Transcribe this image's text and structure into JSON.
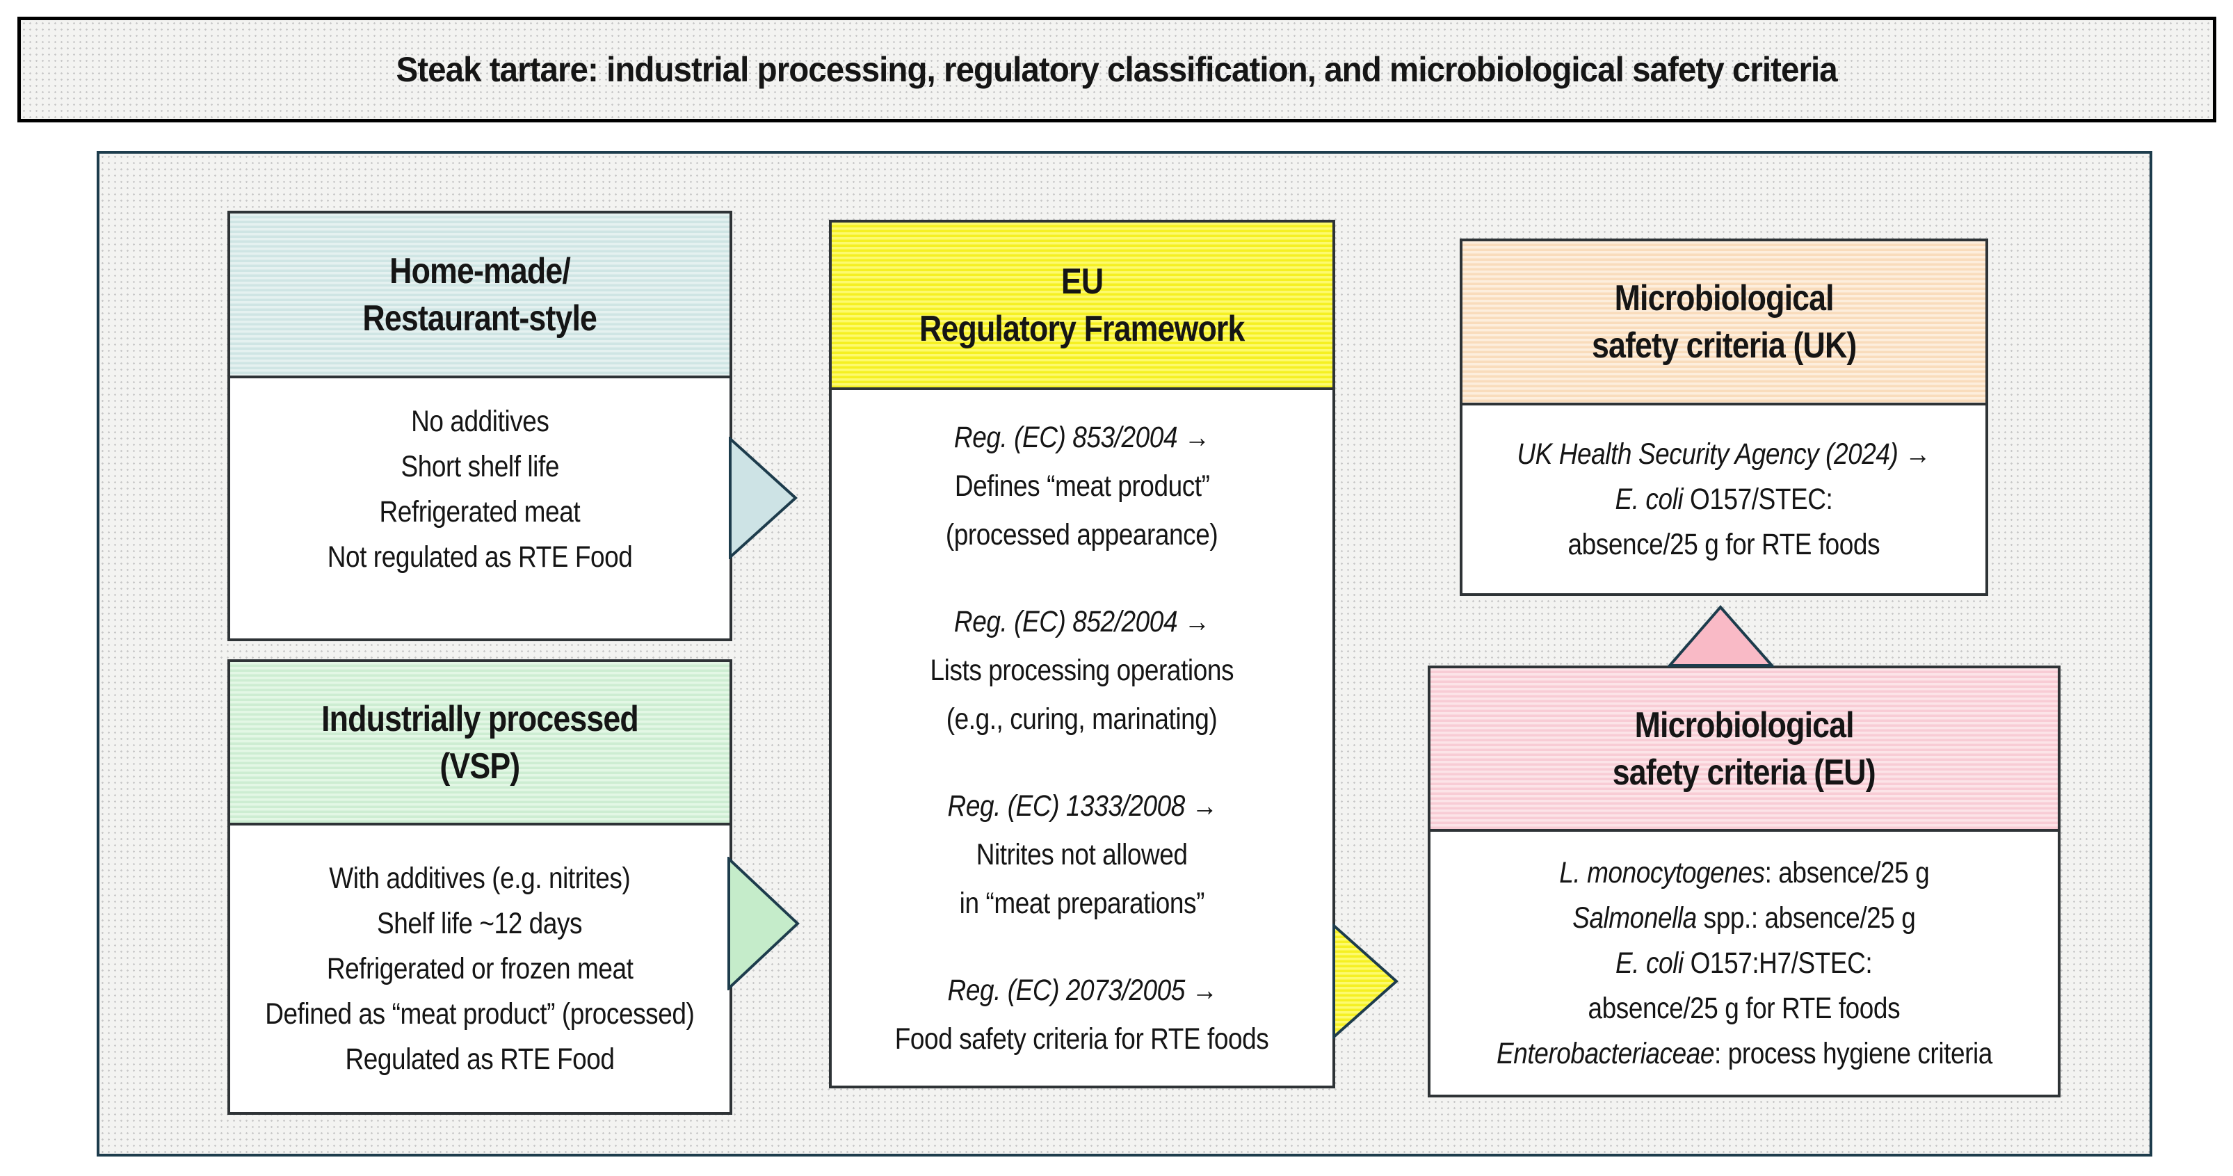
{
  "title": "Steak tartare: industrial processing, regulatory classification, and microbiological safety criteria",
  "colors": {
    "frame_border": "#1d3c4c",
    "box_border": "#2e3336",
    "header_blue": "#cfe5e4",
    "header_green": "#cdedd2",
    "header_yellow": "#f5f022",
    "header_peach": "#f9dcbc",
    "header_pink": "#f8ccd5",
    "arrow_blue": "#cde3e5",
    "arrow_green": "#c5ecca",
    "arrow_yellow": "#f8f43a",
    "arrow_pink": "#f9bac6",
    "arrow_outline": "#1d3c4c"
  },
  "icons": {
    "right_arrows": "arrow-right-icon",
    "up_arrow": "arrow-up-icon"
  },
  "boxes": {
    "home_made": {
      "header_lines": [
        "Home-made/",
        "Restaurant-style"
      ],
      "body_lines": [
        "No additives",
        "Short shelf life",
        "Refrigerated meat",
        "Not regulated as RTE Food"
      ]
    },
    "industrial": {
      "header_lines": [
        "Industrially processed",
        "(VSP)"
      ],
      "body_lines": [
        "With additives (e.g. nitrites)",
        "Shelf life ~12 days",
        "Refrigerated or frozen meat",
        "Defined as “meat product” (processed)",
        "Regulated as RTE Food"
      ]
    },
    "eu_regulatory": {
      "header_lines": [
        "EU",
        "Regulatory Framework"
      ],
      "entries": [
        {
          "lines": [
            [
              {
                "t": "Reg. (EC) 853/2004",
                "i": true
              },
              {
                "t": " →",
                "i": false
              }
            ],
            [
              {
                "t": "Defines “meat product”",
                "i": false
              }
            ],
            [
              {
                "t": "(processed appearance)",
                "i": false
              }
            ]
          ]
        },
        {
          "lines": [
            [
              {
                "t": "Reg. (EC) 852/2004",
                "i": true
              },
              {
                "t": " →",
                "i": false
              }
            ],
            [
              {
                "t": "Lists processing operations",
                "i": false
              }
            ],
            [
              {
                "t": "(e.g., curing, marinating)",
                "i": false
              }
            ]
          ]
        },
        {
          "lines": [
            [
              {
                "t": "Reg. (EC) 1333/2008",
                "i": true
              },
              {
                "t": " →",
                "i": false
              }
            ],
            [
              {
                "t": "Nitrites not allowed",
                "i": false
              }
            ],
            [
              {
                "t": "in “meat preparations”",
                "i": false
              }
            ]
          ]
        },
        {
          "lines": [
            [
              {
                "t": "Reg. (EC) 2073/2005",
                "i": true
              },
              {
                "t": " →",
                "i": false
              }
            ],
            [
              {
                "t": "Food safety criteria for RTE foods",
                "i": false
              }
            ]
          ]
        }
      ]
    },
    "uk_criteria": {
      "header_lines": [
        "Microbiological",
        "safety criteria (UK)"
      ],
      "body": [
        [
          {
            "t": "UK Health Security Agency (2024)",
            "i": true
          },
          {
            "t": " →",
            "i": false
          }
        ],
        [
          {
            "t": "E. coli",
            "i": true
          },
          {
            "t": " O157/STEC:",
            "i": false
          }
        ],
        [
          {
            "t": "absence/25 g for RTE foods",
            "i": false
          }
        ]
      ]
    },
    "eu_criteria": {
      "header_lines": [
        "Microbiological",
        "safety criteria (EU)"
      ],
      "body": [
        [
          {
            "t": "L. monocytogenes",
            "i": true
          },
          {
            "t": ": absence/25 g",
            "i": false
          }
        ],
        [
          {
            "t": "Salmonella",
            "i": true
          },
          {
            "t": " spp.: absence/25 g",
            "i": false
          }
        ],
        [
          {
            "t": "E. coli",
            "i": true
          },
          {
            "t": " O157:H7/STEC:",
            "i": false
          }
        ],
        [
          {
            "t": "absence/25 g for RTE foods",
            "i": false
          }
        ],
        [
          {
            "t": "Enterobacteriaceae",
            "i": true
          },
          {
            "t": ": process hygiene criteria",
            "i": false
          }
        ]
      ]
    }
  }
}
